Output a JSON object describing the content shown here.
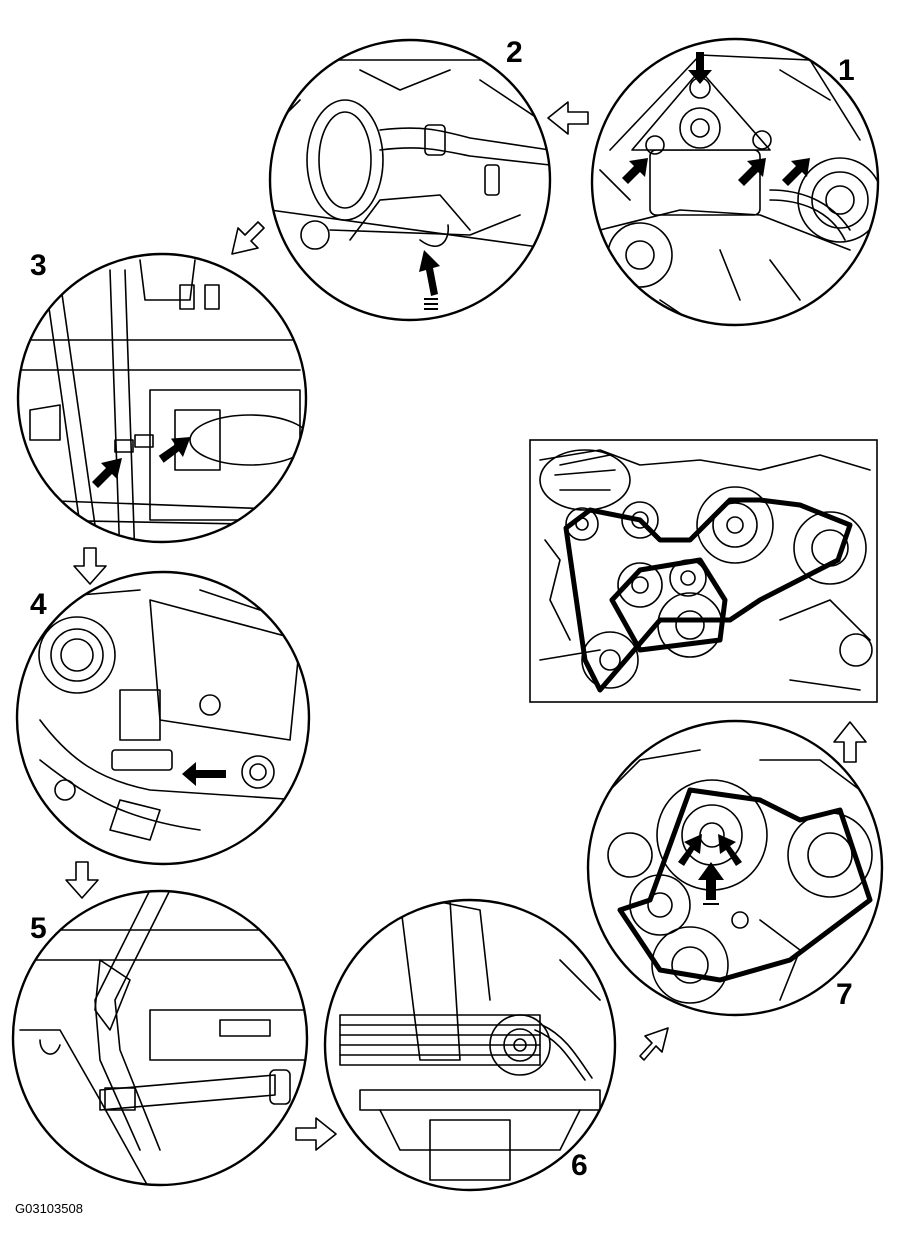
{
  "steps": [
    {
      "number": "1"
    },
    {
      "number": "2"
    },
    {
      "number": "3"
    },
    {
      "number": "4"
    },
    {
      "number": "5"
    },
    {
      "number": "6"
    },
    {
      "number": "7"
    }
  ],
  "figure_id": "G03103508"
}
